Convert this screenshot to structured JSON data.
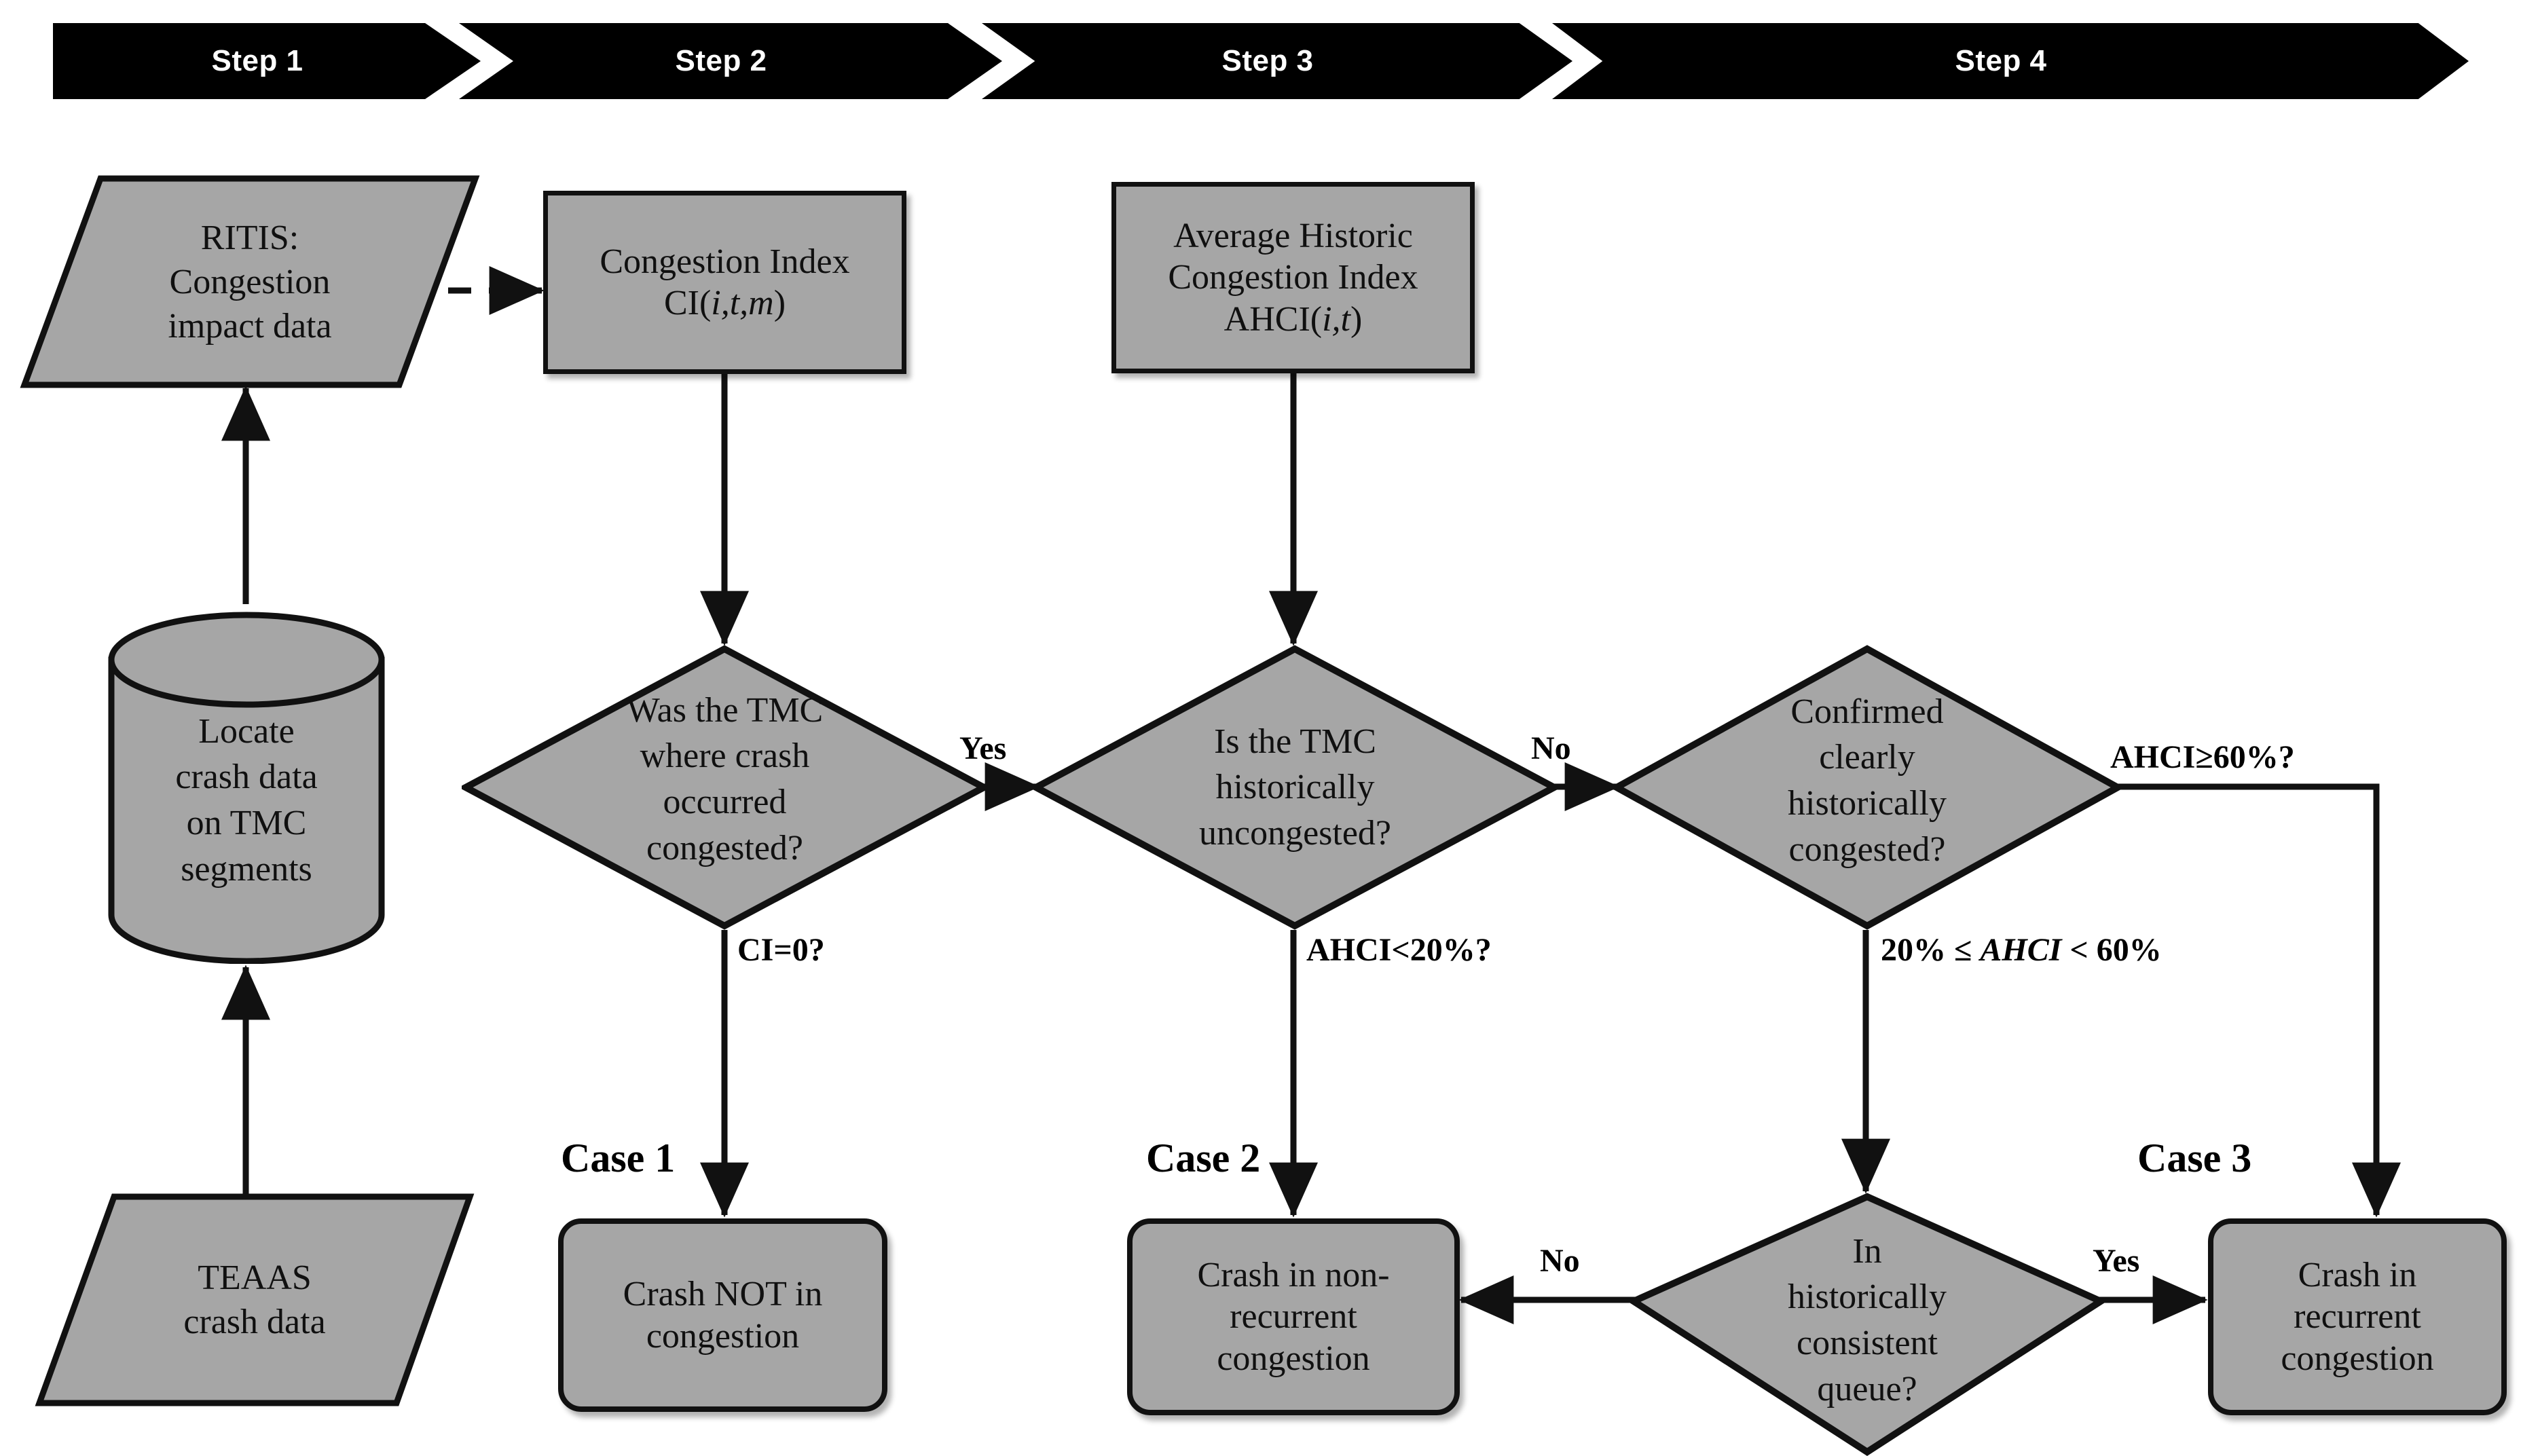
{
  "banner": {
    "steps": [
      {
        "label": "Step 1"
      },
      {
        "label": "Step 2"
      },
      {
        "label": "Step 3"
      },
      {
        "label": "Step 4"
      }
    ]
  },
  "nodes": {
    "ritis": {
      "line1": "RITIS:",
      "line2": "Congestion",
      "line3": "impact data"
    },
    "locate": {
      "line1": "Locate",
      "line2": "crash data",
      "line3": "on TMC",
      "line4": "segments"
    },
    "teaas": {
      "line1": "TEAAS",
      "line2": "crash data"
    },
    "congestion_index": {
      "line1": "Congestion Index",
      "line2_prefix": "CI(",
      "line2_vars": "i,t,m",
      "line2_suffix": ")"
    },
    "ahci": {
      "line1": "Average Historic",
      "line2": "Congestion Index",
      "line3_prefix": "AHCI(",
      "line3_vars": "i,t",
      "line3_suffix": ")"
    },
    "decision1": {
      "line1": "Was the TMC",
      "line2": "where crash",
      "line3": "occurred",
      "line4": "congested?"
    },
    "decision2": {
      "line1": "Is the TMC",
      "line2": "historically",
      "line3": "uncongested?"
    },
    "decision3": {
      "line1": "Confirmed",
      "line2": "clearly",
      "line3": "historically",
      "line4": "congested?"
    },
    "decision4": {
      "line1": "In",
      "line2": "historically",
      "line3": "consistent",
      "line4": "queue?"
    },
    "case1_box": {
      "line1": "Crash NOT in",
      "line2": "congestion"
    },
    "case2_box": {
      "line1": "Crash in non-",
      "line2": "recurrent",
      "line3": "congestion"
    },
    "case3_box": {
      "line1": "Crash in",
      "line2": "recurrent",
      "line3": "congestion"
    }
  },
  "edge_labels": {
    "yes_d1": "Yes",
    "ci_zero": "CI=0?",
    "no_d2": "No",
    "ahci_lt20": "AHCI<20%?",
    "ahci_ge60": "AHCI≥60%?",
    "ahci_mid_prefix": "20% ≤ ",
    "ahci_mid_var": "AHCI",
    "ahci_mid_suffix": " < 60%",
    "no_d4": "No",
    "yes_d4": "Yes"
  },
  "case_labels": {
    "case1": "Case 1",
    "case2": "Case 2",
    "case3": "Case 3"
  },
  "colors": {
    "shape_fill": "#a6a6a6",
    "outline": "#111111",
    "banner_fill": "#000000",
    "banner_text": "#ffffff",
    "page_background": "#ffffff"
  }
}
